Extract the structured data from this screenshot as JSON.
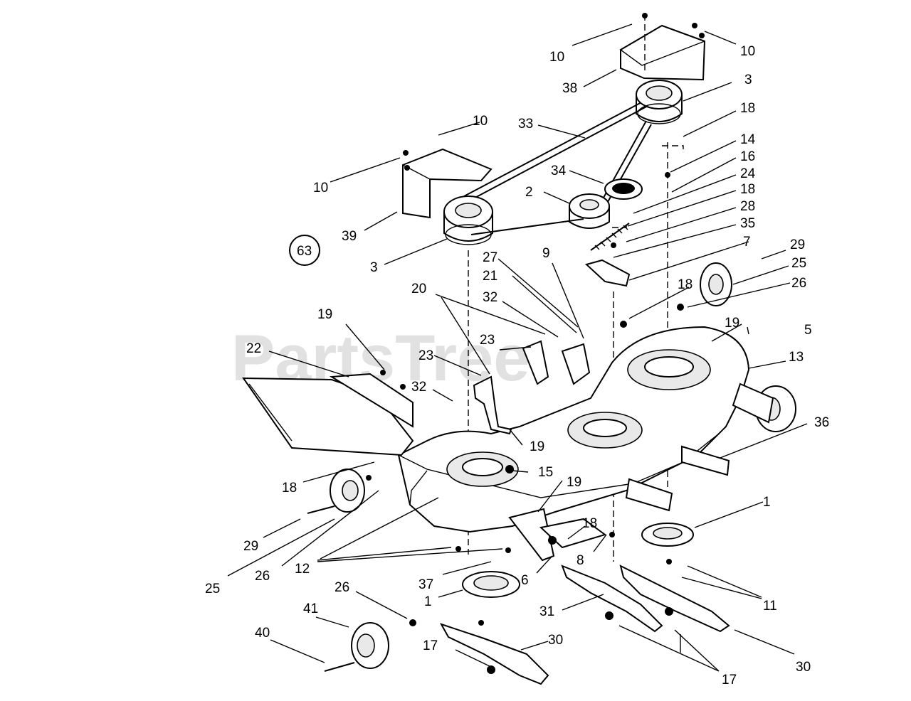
{
  "diagram": {
    "watermark": "PartsTree",
    "group_number": "63",
    "labels": [
      "10",
      "10",
      "38",
      "3",
      "18",
      "10",
      "33",
      "14",
      "16",
      "24",
      "18",
      "28",
      "35",
      "34",
      "2",
      "10",
      "39",
      "3",
      "7",
      "29",
      "25",
      "26",
      "27",
      "9",
      "21",
      "20",
      "32",
      "18",
      "19",
      "22",
      "19",
      "5",
      "23",
      "13",
      "23",
      "32",
      "36",
      "19",
      "15",
      "19",
      "18",
      "1",
      "18",
      "29",
      "25",
      "26",
      "12",
      "37",
      "6",
      "8",
      "26",
      "11",
      "1",
      "31",
      "30",
      "41",
      "40",
      "17",
      "30",
      "17"
    ]
  }
}
